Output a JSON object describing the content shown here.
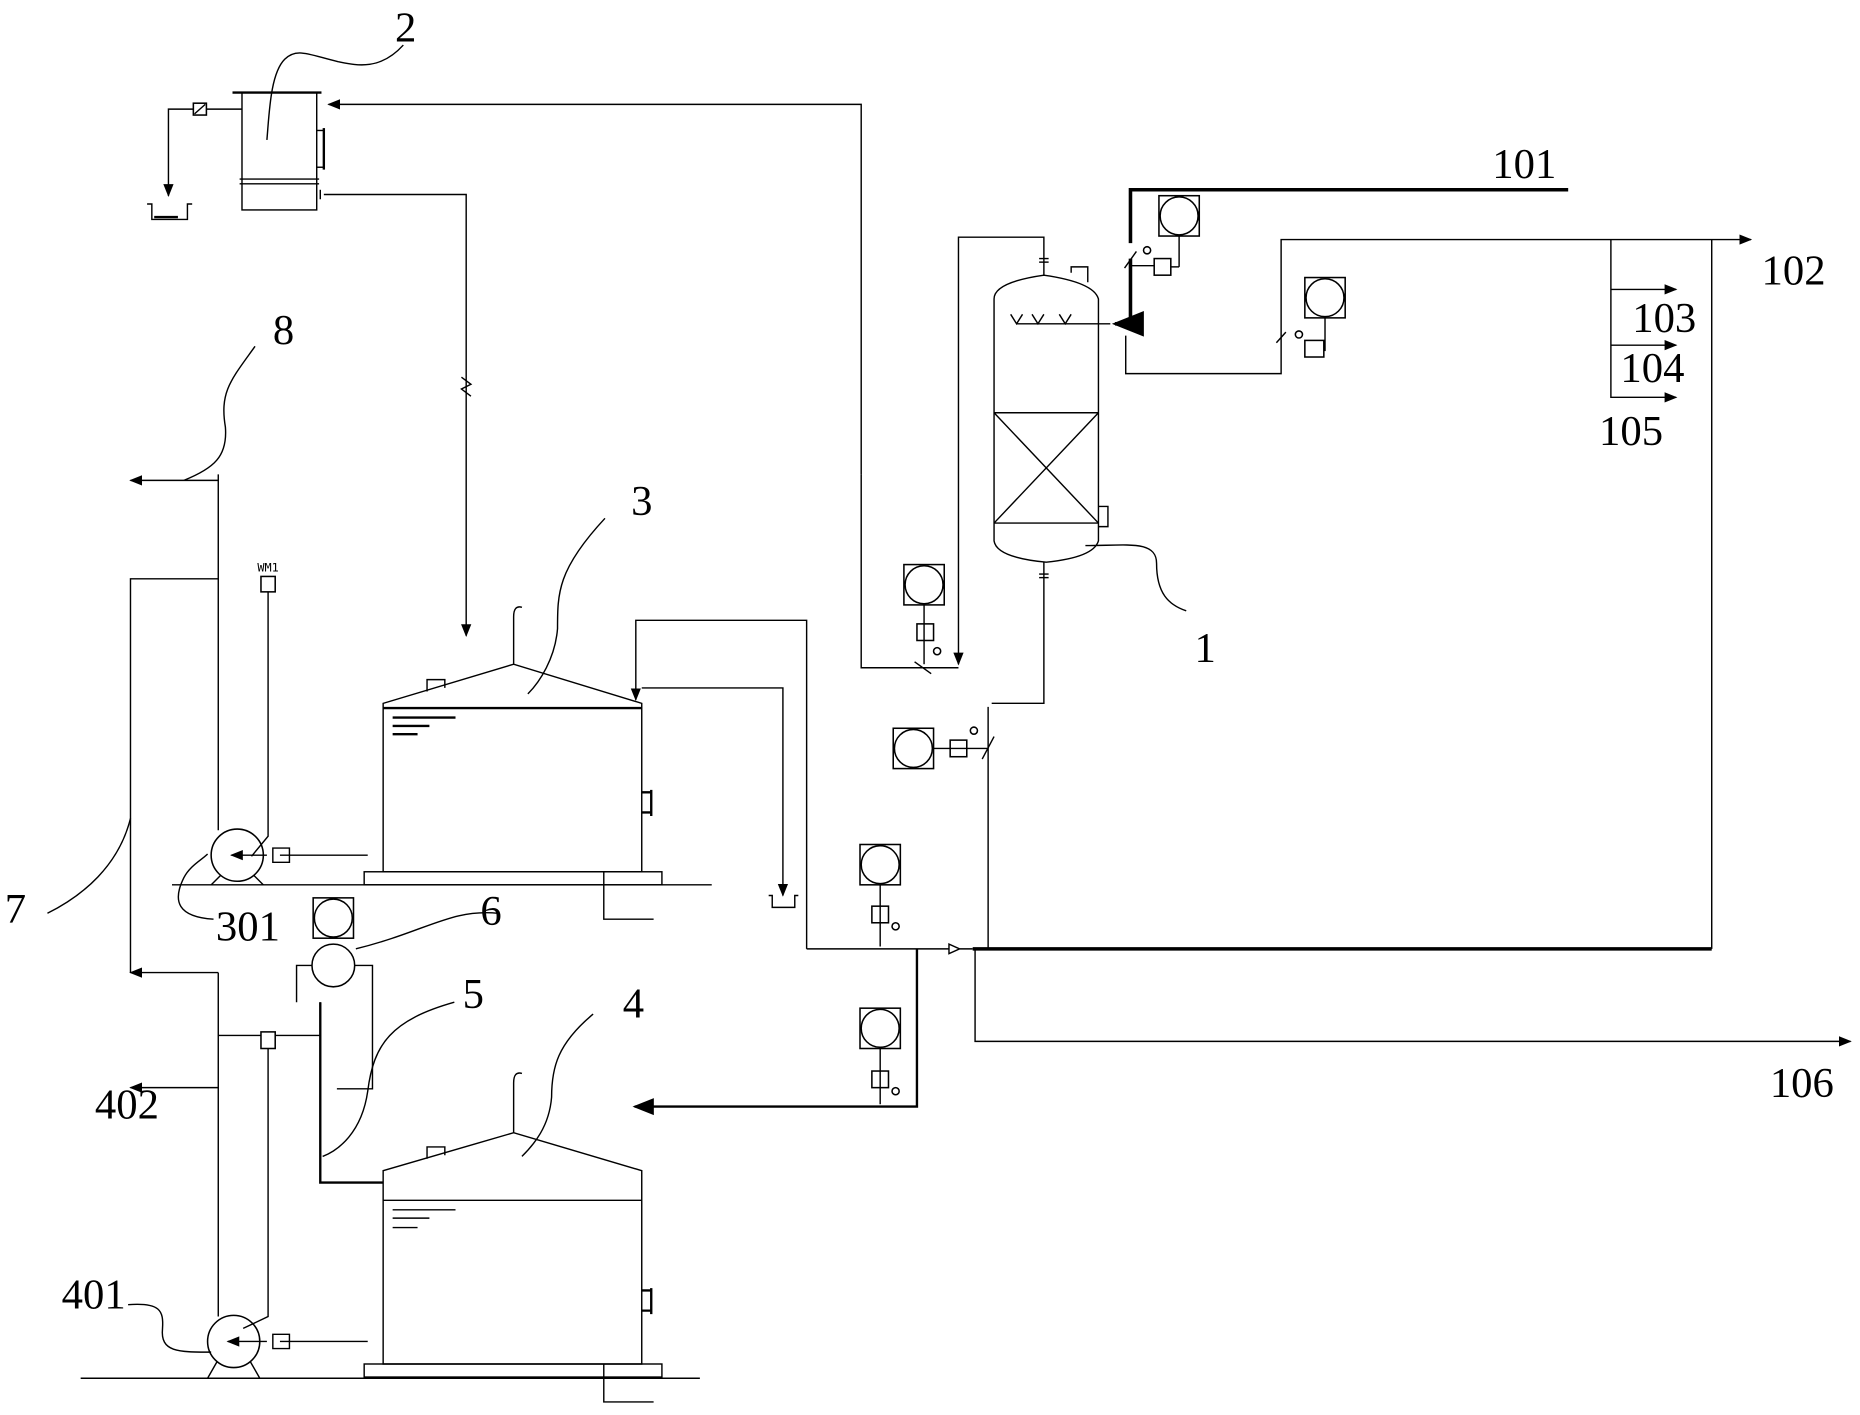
{
  "diagram": {
    "type": "process flow diagram (P&ID)",
    "colors": {
      "line": "#000000",
      "background": "#ffffff"
    },
    "equipment_labels": {
      "reactor": "1",
      "top_tank": "2",
      "tank_upper": "3",
      "tank_lower": "4",
      "pipe_5": "5",
      "instrument_6": "6",
      "line_7": "7",
      "line_8": "8",
      "pump_upper": "301",
      "pump_lower": "401",
      "outlet_402": "402"
    },
    "stream_labels": {
      "s101": "101",
      "s102": "102",
      "s103": "103",
      "s104": "104",
      "s105": "105",
      "s106": "106"
    },
    "instrument_tag": "WM1"
  }
}
